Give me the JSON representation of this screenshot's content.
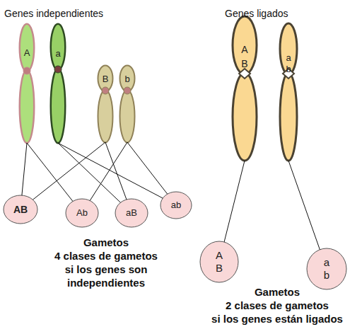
{
  "diagram": {
    "nodes": [
      {
        "text": [
          "A"
        ]
      },
      {
        "text": [
          "a"
        ]
      },
      {
        "text": [
          "B"
        ]
      },
      {
        "text": [
          "b"
        ]
      },
      {
        "text": [
          "AB"
        ]
      },
      {
        "text": [
          "Ab"
        ]
      },
      {
        "text": [
          "aB"
        ]
      },
      {
        "text": [
          "ab"
        ]
      },
      {
        "text": [
          "A B"
        ]
      },
      {
        "text": [
          "a b"
        ]
      },
      {
        "text": [
          "A B"
        ]
      },
      {
        "text": [
          "a b"
        ]
      }
    ],
    "edges": [
      {
        "from": 0,
        "to": 4,
        "arrow": "none"
      },
      {
        "from": 0,
        "to": 5,
        "arrow": "none"
      },
      {
        "from": 1,
        "to": 6,
        "arrow": "none"
      },
      {
        "from": 1,
        "to": 7,
        "arrow": "none"
      },
      {
        "from": 2,
        "to": 4,
        "arrow": "none"
      },
      {
        "from": 2,
        "to": 6,
        "arrow": "none"
      },
      {
        "from": 3,
        "to": 5,
        "arrow": "none"
      },
      {
        "from": 3,
        "to": 7,
        "arrow": "none"
      },
      {
        "from": 8,
        "to": 10,
        "arrow": "none"
      },
      {
        "from": 9,
        "to": 11,
        "arrow": "none"
      }
    ],
    "labels": [
      "Genes independientes",
      "Genes ligados",
      "Gametos",
      "4 clases de gametos",
      "si los genes son",
      "independientes",
      "Gametos",
      "2 clases de gametos",
      "si los genes están ligados"
    ]
  }
}
